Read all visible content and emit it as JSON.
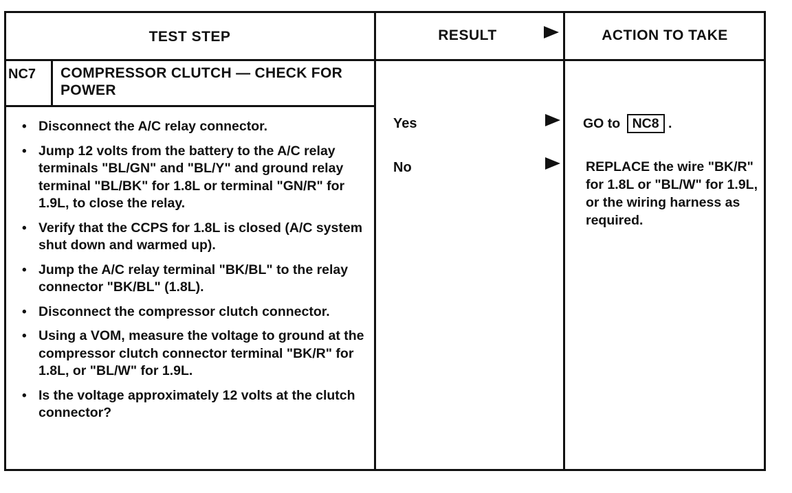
{
  "header": {
    "test_step": "TEST STEP",
    "result": "RESULT",
    "action": "ACTION TO TAKE"
  },
  "step": {
    "code": "NC7",
    "title": "COMPRESSOR CLUTCH — CHECK FOR POWER",
    "items": [
      "Disconnect the A/C relay connector.",
      "Jump 12 volts from the battery to the A/C relay terminals \"BL/GN\" and \"BL/Y\" and ground relay terminal \"BL/BK\" for 1.8L or terminal \"GN/R\" for 1.9L, to close the relay.",
      "Verify that the CCPS for 1.8L is closed (A/C system shut down and warmed up).",
      "Jump the A/C relay terminal \"BK/BL\" to the relay connector \"BK/BL\" (1.8L).",
      "Disconnect the compressor clutch connector.",
      "Using a VOM, measure the voltage to ground at the compressor clutch connector terminal \"BK/R\" for 1.8L, or \"BL/W\" for 1.9L.",
      "Is the voltage approximately 12 volts at the clutch connector?"
    ]
  },
  "results": {
    "yes": {
      "label": "Yes",
      "action_prefix": "GO to",
      "action_ref": "NC8",
      "action_suffix": "."
    },
    "no": {
      "label": "No",
      "action": "REPLACE the wire \"BK/R\" for 1.8L or \"BL/W\" for 1.9L, or the wiring harness as required."
    }
  }
}
